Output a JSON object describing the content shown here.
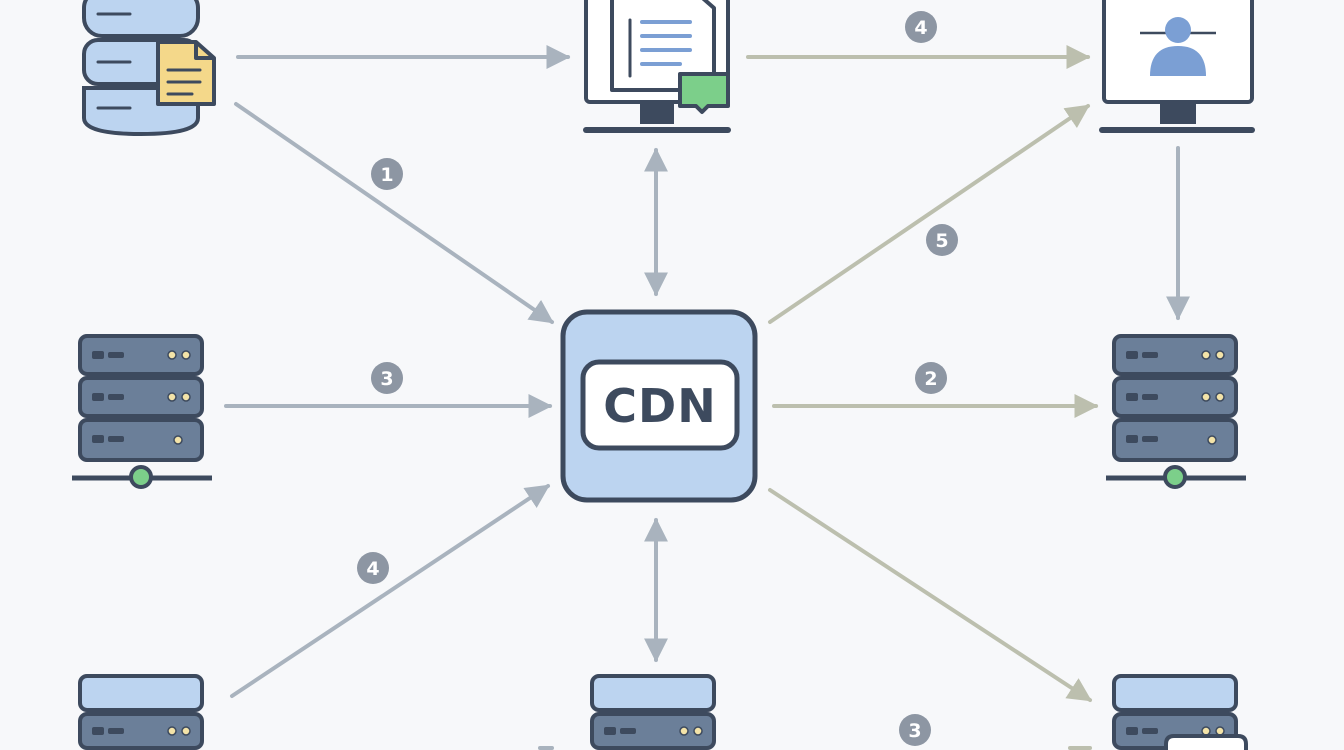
{
  "hub": {
    "label": "CDN"
  },
  "badges": [
    "1",
    "2",
    "3",
    "3",
    "4",
    "4",
    "5"
  ],
  "colors": {
    "outline": "#3d4a5e",
    "node_fill": "#bcd4f0",
    "server_fill": "#6b7f99",
    "arrow_gray": "#a9b3be",
    "arrow_olive": "#bcbfae",
    "badge": "#8d96a3",
    "note_yellow": "#f4d88a",
    "status_green": "#7ccf8a",
    "led": "#f3e3a8"
  },
  "icons": [
    "database-document-icon",
    "monitor-document-icon",
    "monitor-user-icon",
    "server-rack-icon"
  ]
}
